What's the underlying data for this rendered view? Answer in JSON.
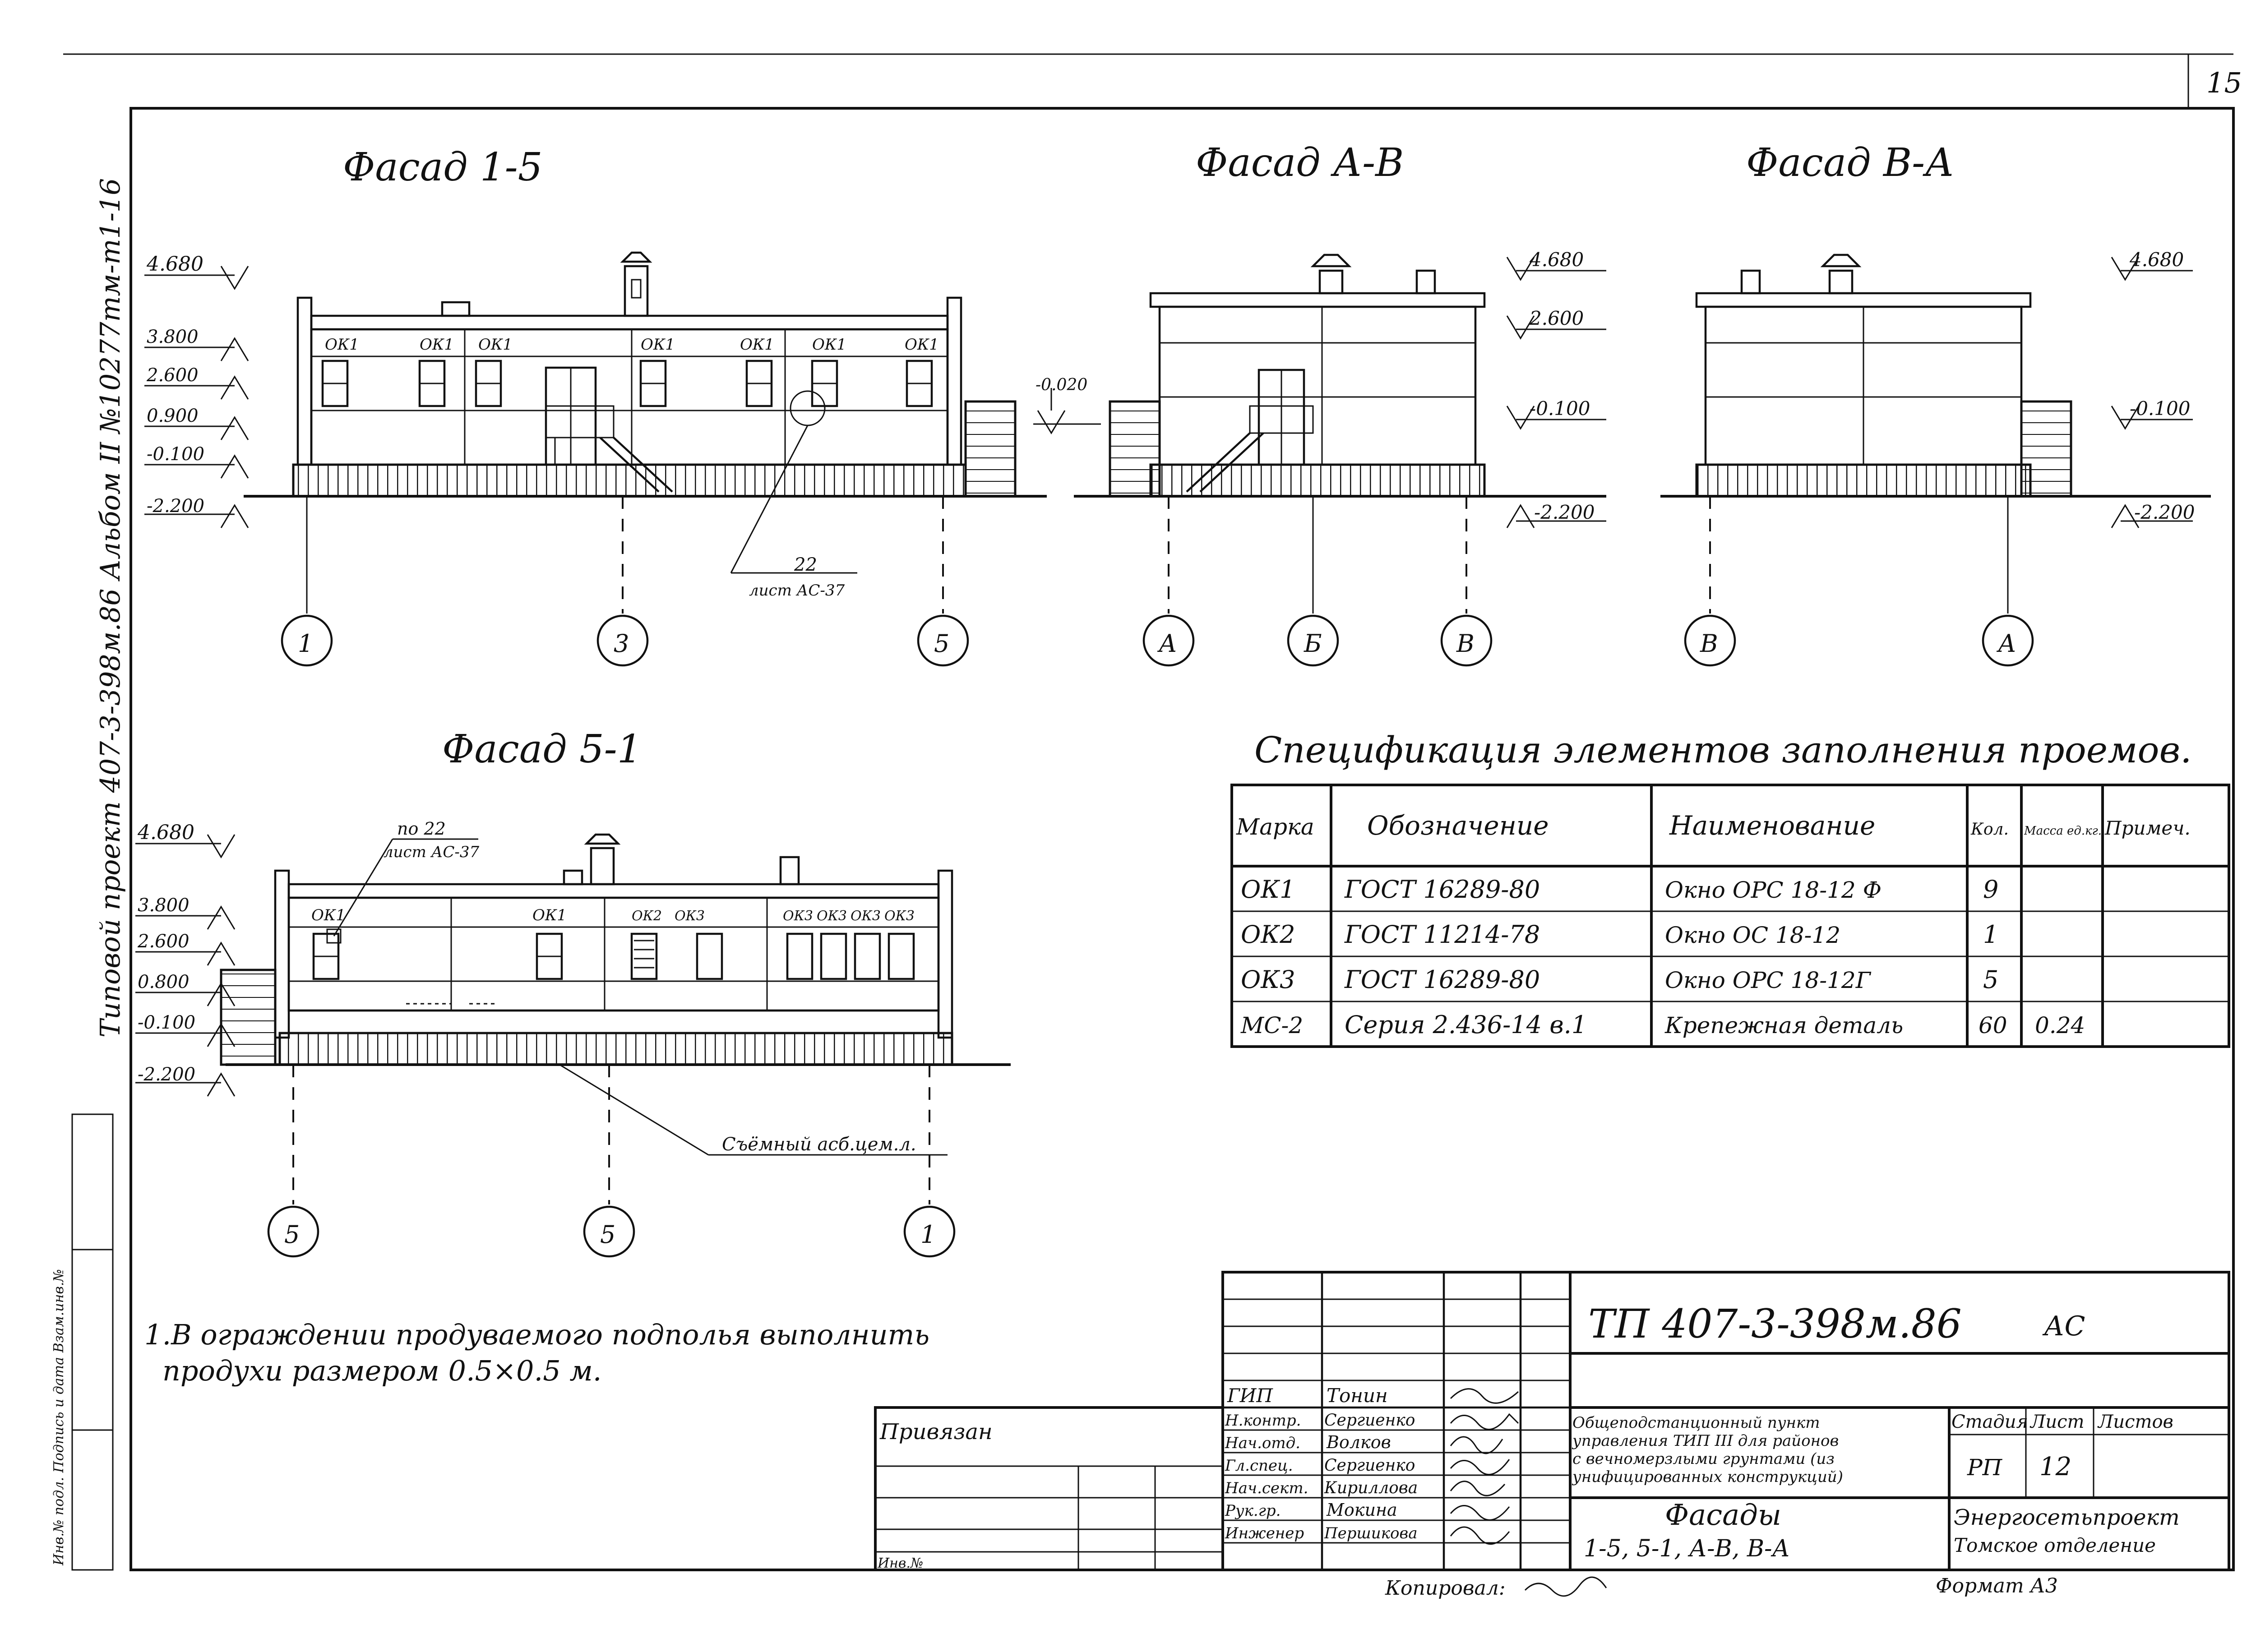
{
  "sheet": {
    "page_number": "15",
    "side_text": "Типовой проект 407-3-398м.86 Альбом II №10277тм-т1-16",
    "side_stamp_text": "Инв.№ подл. Подпись и дата Взам.инв.№"
  },
  "facades": {
    "f15": {
      "title": "Фасад 1-5",
      "levels": [
        "4.680",
        "3.800",
        "2.600",
        "0.900",
        "-0.100",
        "-2.200"
      ],
      "window_marks": [
        "ОК1",
        "ОК1",
        "ОК1",
        "ОК1",
        "ОК1",
        "ОК1",
        "ОК1"
      ],
      "callout_num": "22",
      "callout_sheet": "лист АС-37",
      "axes": [
        "1",
        "3",
        "5"
      ]
    },
    "fab": {
      "title": "Фасад А-В",
      "levels": [
        "4.680",
        "2.600",
        "-0.100",
        "-2.200"
      ],
      "left_level": "-0.020",
      "axes": [
        "А",
        "Б",
        "В"
      ]
    },
    "fba": {
      "title": "Фасад В-А",
      "levels": [
        "4.680",
        "-0.100",
        "-2.200"
      ],
      "axes": [
        "В",
        "А"
      ]
    },
    "f51": {
      "title": "Фасад 5-1",
      "levels": [
        "4.680",
        "3.800",
        "2.600",
        "0.800",
        "-0.100",
        "-2.200"
      ],
      "window_marks": [
        "ОК1",
        "ОК1",
        "ОК2",
        "ОК3",
        "ОК3",
        "ОК3",
        "ОК3",
        "ОК3"
      ],
      "callout_num": "по 22",
      "callout_sheet": "лист АС-37",
      "removable_note": "Съёмный асб.цем.л.",
      "axes": [
        "5",
        "5",
        "1"
      ]
    }
  },
  "spec": {
    "title": "Спецификация элементов заполнения проемов.",
    "headers": [
      "Марка",
      "Обозначение",
      "Наименование",
      "Кол.",
      "Масса ед.кг.",
      "Примеч."
    ],
    "rows": [
      [
        "ОК1",
        "ГОСТ 16289-80",
        "Окно ОРС 18-12 Ф",
        "9",
        "",
        ""
      ],
      [
        "ОК2",
        "ГОСТ 11214-78",
        "Окно ОС 18-12",
        "1",
        "",
        ""
      ],
      [
        "ОК3",
        "ГОСТ 16289-80",
        "Окно ОРС 18-12Г",
        "5",
        "",
        ""
      ],
      [
        "МС-2",
        "Серия 2.436-14 в.1",
        "Крепежная деталь",
        "60",
        "0.24",
        ""
      ]
    ]
  },
  "note": {
    "line1": "1.В ограждении продуваемого подполья выполнить",
    "line2": "продухи размером 0.5×0.5 м."
  },
  "title_block": {
    "code": "ТП 407-3-398м.86",
    "mark": "АС",
    "bound_label": "Привязан",
    "inv_label": "Инв.№",
    "roles": [
      "ГИП",
      "Н.контр.",
      "Нач.отд.",
      "Гл.спец.",
      "Нач.сект.",
      "Рук.гр.",
      "Инженер"
    ],
    "names": [
      "Тонин",
      "Сергиенко",
      "Волков",
      "Сергиенко",
      "Кириллова",
      "Мокина",
      "Першикова"
    ],
    "project_desc": [
      "Общеподстанционный пункт",
      "управления ТИП III для районов",
      "с вечномерзлыми грунтами (из",
      "унифицированных конструкций)"
    ],
    "sheet_title": "Фасады",
    "sheet_subtitle": "1-5, 5-1, А-В, В-А",
    "stage_label": "Стадия",
    "sheet_label": "Лист",
    "sheets_label": "Листов",
    "stage": "РП",
    "sheet": "12",
    "org": "Энергосетьпроект",
    "org_branch": "Томское отделение",
    "copied": "Копировал:",
    "format": "Формат А3"
  }
}
